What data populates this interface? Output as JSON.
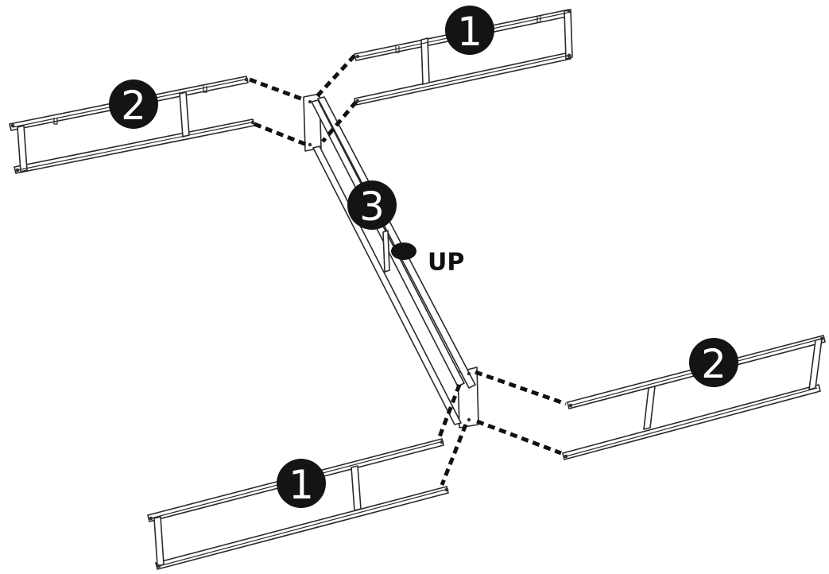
{
  "callouts": {
    "part_1_top": "1",
    "part_2_left": "2",
    "part_3_beam": "3",
    "part_2_right": "2",
    "part_1_bottom": "1"
  },
  "orientation_label": "UP"
}
